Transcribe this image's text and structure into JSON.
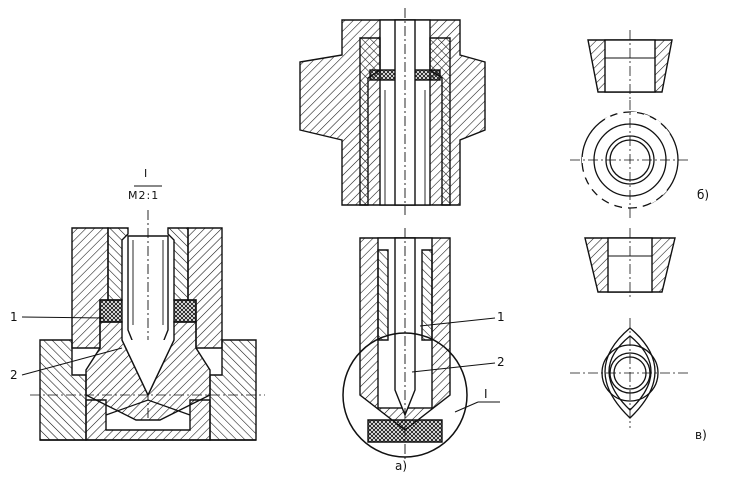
{
  "detail_view": {
    "marker": "I",
    "scale": "M2:1"
  },
  "callouts": {
    "left_1": "1",
    "left_2": "2",
    "mid_1": "1",
    "mid_2": "2",
    "mid_I": "I"
  },
  "captions": {
    "a": "а)",
    "b": "б)",
    "v": "в)"
  },
  "colors": {
    "ink": "#111111",
    "paper": "#ffffff"
  }
}
